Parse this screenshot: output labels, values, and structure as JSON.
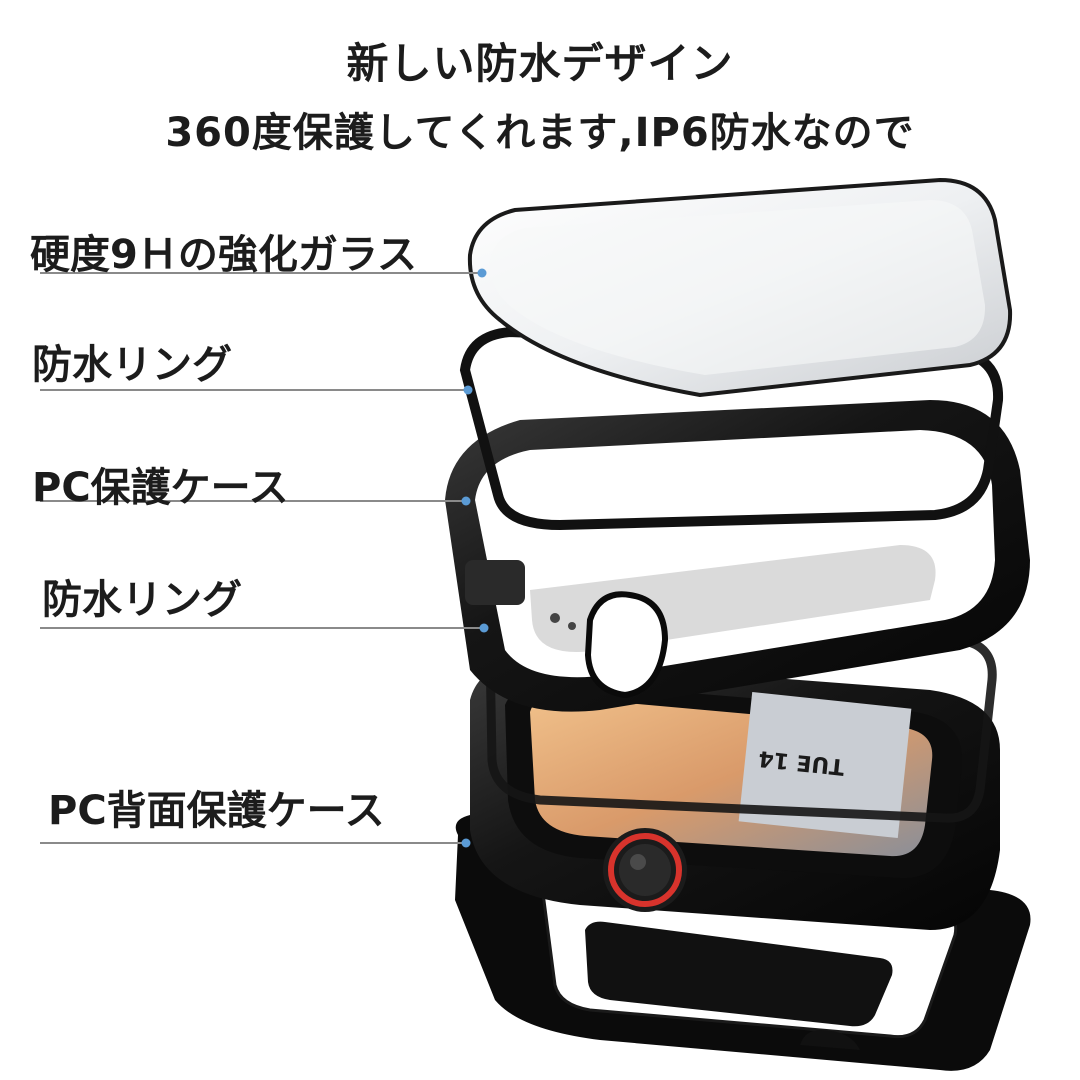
{
  "headline": {
    "line1": "新しい防水デザイン",
    "line2": "360度保護してくれます,IP6防水なので"
  },
  "callouts": [
    {
      "label": "硬度9Ｈの強化ガラス"
    },
    {
      "label": "防水リング"
    },
    {
      "label": "PC保護ケース"
    },
    {
      "label": "防水リング"
    },
    {
      "label": "PC背面保護ケース"
    }
  ],
  "watch_screen": {
    "date_text": "TUE 14"
  },
  "colors": {
    "leader_line": "#8a8a8a",
    "callout_dot": "#5b9bd5",
    "case_black": "#121212",
    "crown_red": "#d8332c"
  }
}
